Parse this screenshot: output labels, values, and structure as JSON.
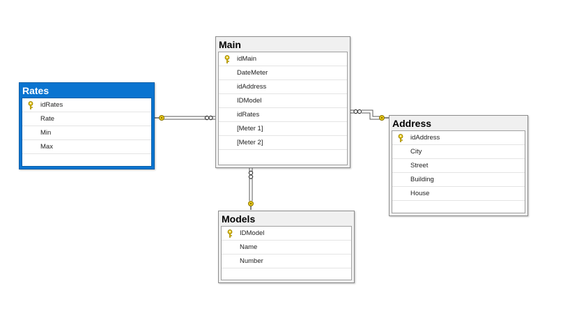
{
  "colors": {
    "selected_header": "#0a74d0",
    "key_icon": "#e8c81a",
    "relationship_line": "#5a5a5a"
  },
  "tables": {
    "rates": {
      "title": "Rates",
      "selected": true,
      "columns": [
        {
          "name": "idRates",
          "primary_key": true
        },
        {
          "name": "Rate",
          "primary_key": false
        },
        {
          "name": "Min",
          "primary_key": false
        },
        {
          "name": "Max",
          "primary_key": false
        }
      ]
    },
    "main": {
      "title": "Main",
      "selected": false,
      "columns": [
        {
          "name": "idMain",
          "primary_key": true
        },
        {
          "name": "DateMeter",
          "primary_key": false
        },
        {
          "name": "idAddress",
          "primary_key": false
        },
        {
          "name": "IDModel",
          "primary_key": false
        },
        {
          "name": "idRates",
          "primary_key": false
        },
        {
          "name": "[Meter 1]",
          "primary_key": false
        },
        {
          "name": "[Meter 2]",
          "primary_key": false
        }
      ]
    },
    "address": {
      "title": "Address",
      "selected": false,
      "columns": [
        {
          "name": "idAddress",
          "primary_key": true
        },
        {
          "name": "City",
          "primary_key": false
        },
        {
          "name": "Street",
          "primary_key": false
        },
        {
          "name": "Building",
          "primary_key": false
        },
        {
          "name": "House",
          "primary_key": false
        }
      ]
    },
    "models": {
      "title": "Models",
      "selected": false,
      "columns": [
        {
          "name": "IDModel",
          "primary_key": true
        },
        {
          "name": "Name",
          "primary_key": false
        },
        {
          "name": "Number",
          "primary_key": false
        }
      ]
    }
  },
  "relationships": [
    {
      "from": "main",
      "to": "rates",
      "from_end": "many",
      "to_end": "one"
    },
    {
      "from": "main",
      "to": "address",
      "from_end": "many",
      "to_end": "one"
    },
    {
      "from": "main",
      "to": "models",
      "from_end": "many",
      "to_end": "one"
    }
  ]
}
